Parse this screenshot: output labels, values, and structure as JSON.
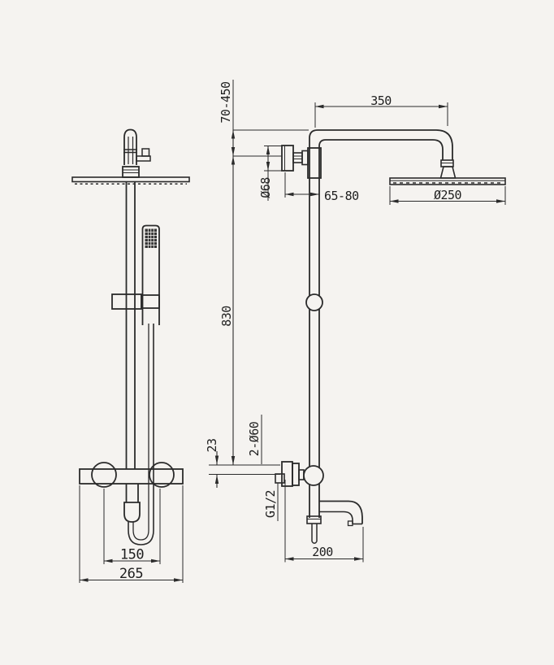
{
  "page": {
    "background_color": "#f5f3f0",
    "line_color": "#2b2b2b",
    "drawing_type": "shower-column-technical-drawing"
  },
  "views": {
    "front": {
      "dimensions": {
        "hose_span": "150",
        "valve_width": "265"
      }
    },
    "side": {
      "dimensions": {
        "arm_reach": "350",
        "height_adjust": "70-450",
        "bracket_diameter": "Ø68",
        "wall_clearance": "65-80",
        "head_diameter": "Ø250",
        "riser_height": "830",
        "inlet_offset": "23",
        "flange_spec": "2-Ø60",
        "thread_spec": "G1/2",
        "spout_reach": "200"
      }
    }
  }
}
